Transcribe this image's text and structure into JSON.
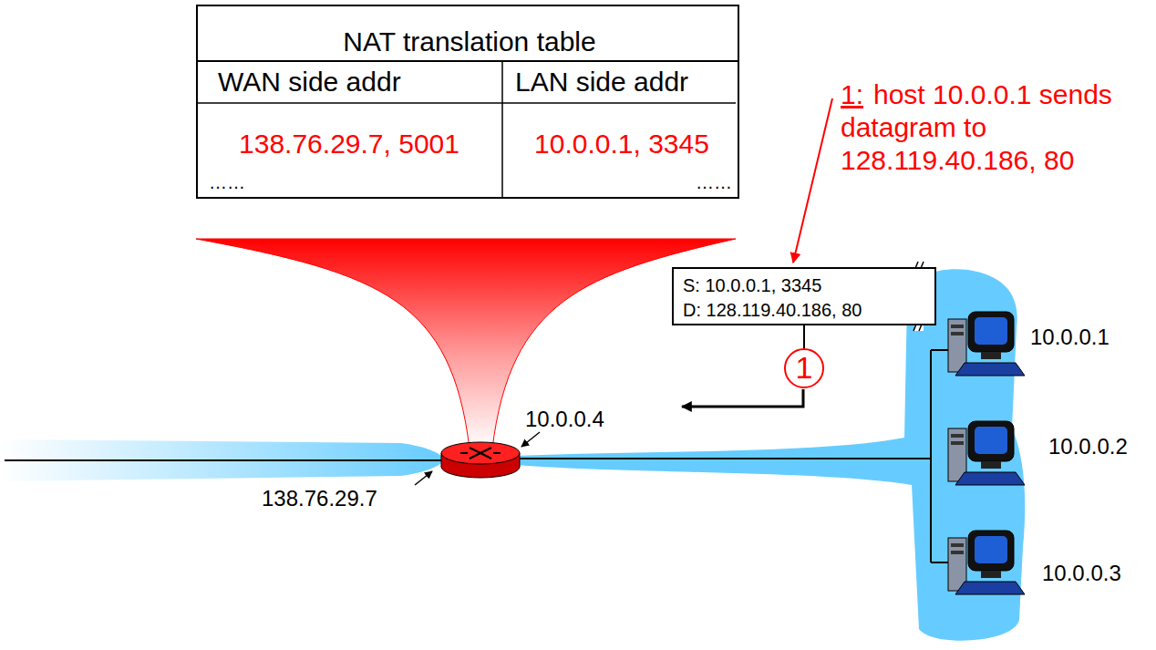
{
  "diagram": {
    "nodes": [
      {
        "text": [
          "NAT translation table",
          "WAN side addr",
          "LAN side addr",
          "138.76.29.7, 5001",
          "10.0.0.1, 3345",
          "……",
          "……"
        ]
      },
      {
        "text": [
          "S: 10.0.0.1, 3345",
          "D: 128.119.40.186, 80"
        ]
      },
      {
        "text": [
          "1"
        ]
      }
    ],
    "edges": [
      {
        "from": 1,
        "to": 2,
        "arrow": "none"
      }
    ],
    "labels": [
      "1:",
      "host 10.0.0.1 sends datagram to 128.119.40.186, 80",
      "10.0.0.4",
      "138.76.29.7",
      "10.0.0.1",
      "10.0.0.2",
      "10.0.0.3"
    ]
  }
}
